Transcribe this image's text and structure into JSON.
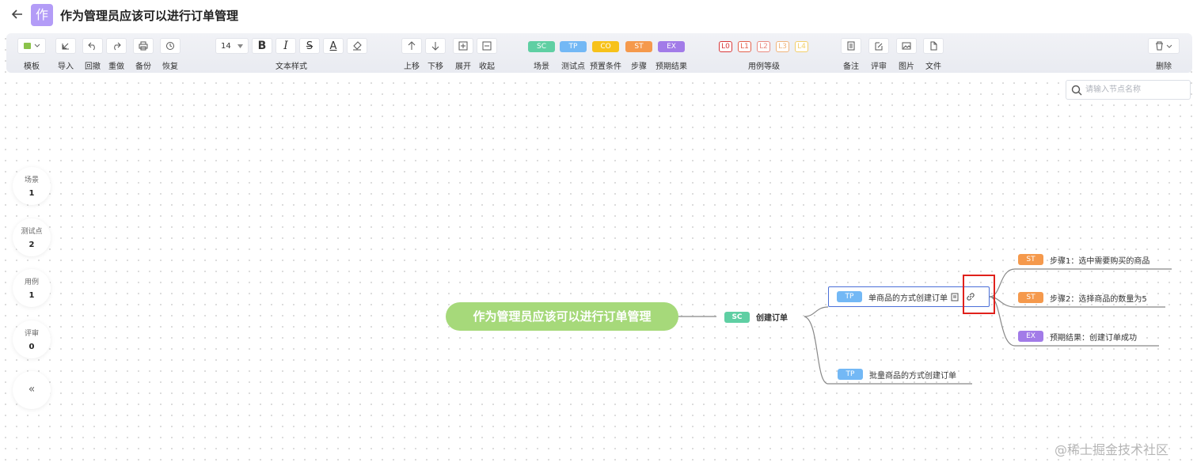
{
  "header": {
    "logo_char": "作",
    "title": "作为管理员应该可以进行订单管理"
  },
  "toolbar": {
    "template": "模板",
    "import": "导入",
    "undo": "回撤",
    "redo": "重做",
    "backup": "备份",
    "restore": "恢复",
    "font_size": "14",
    "bold": "B",
    "italic": "I",
    "strike": "S",
    "font_color": "A",
    "text_style": "文本样式",
    "move_up": "上移",
    "move_down": "下移",
    "expand": "展开",
    "collapse": "收起",
    "tags": [
      {
        "code": "SC",
        "label": "场景",
        "color": "#5fcfa3"
      },
      {
        "code": "TP",
        "label": "测试点",
        "color": "#73b8f5"
      },
      {
        "code": "CO",
        "label": "预置条件",
        "color": "#f7c21a"
      },
      {
        "code": "ST",
        "label": "步骤",
        "color": "#f5994c"
      },
      {
        "code": "EX",
        "label": "预期结果",
        "color": "#a27be8"
      }
    ],
    "levels": [
      {
        "code": "L0",
        "color": "#d8383a"
      },
      {
        "code": "L1",
        "color": "#e3614c"
      },
      {
        "code": "L2",
        "color": "#ea8a80"
      },
      {
        "code": "L3",
        "color": "#f0b57c"
      },
      {
        "code": "L4",
        "color": "#f3cf6a"
      }
    ],
    "level_label": "用例等级",
    "note": "备注",
    "review": "评审",
    "image": "图片",
    "file": "文件",
    "delete": "删除"
  },
  "search": {
    "placeholder": "请输入节点名称"
  },
  "stats": [
    {
      "label": "场景",
      "value": "1"
    },
    {
      "label": "测试点",
      "value": "2"
    },
    {
      "label": "用例",
      "value": "1"
    },
    {
      "label": "评审",
      "value": "0"
    }
  ],
  "collapse_label": "«",
  "mindmap": {
    "root": "作为管理员应该可以进行订单管理",
    "scene": {
      "tag": "SC",
      "text": "创建订单"
    },
    "tp1": {
      "tag": "TP",
      "text": "单商品的方式创建订单"
    },
    "tp2": {
      "tag": "TP",
      "text": "批量商品的方式创建订单"
    },
    "step1": {
      "tag": "ST",
      "text": "步骤1：选中需要购买的商品"
    },
    "step2": {
      "tag": "ST",
      "text": "步骤2：选择商品的数量为5"
    },
    "expect": {
      "tag": "EX",
      "text": "预期结果：创建订单成功"
    }
  },
  "watermark": "@稀土掘金技术社区"
}
